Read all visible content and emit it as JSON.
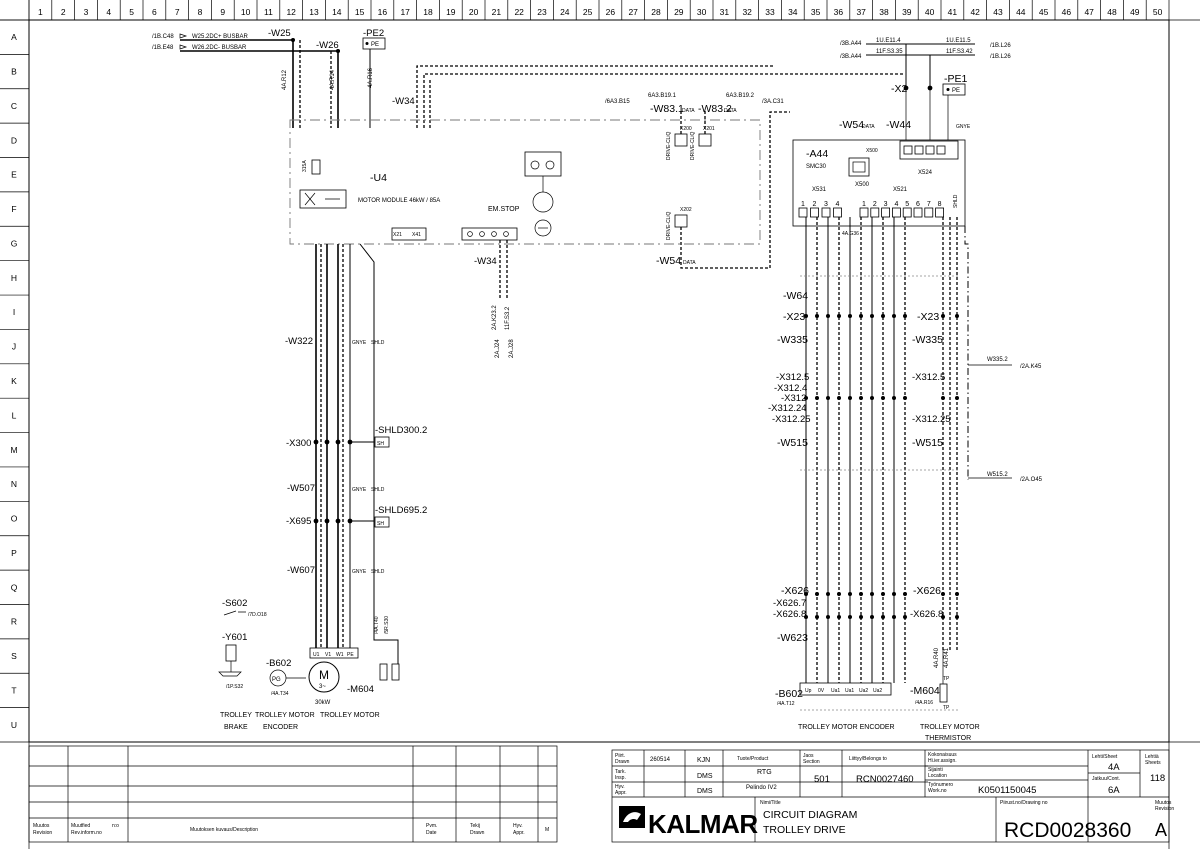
{
  "grid": {
    "columns": [
      "1",
      "2",
      "3",
      "4",
      "5",
      "6",
      "7",
      "8",
      "9",
      "10",
      "11",
      "12",
      "13",
      "14",
      "15",
      "16",
      "17",
      "18",
      "19",
      "20",
      "21",
      "22",
      "23",
      "24",
      "25",
      "26",
      "27",
      "28",
      "29",
      "30",
      "31",
      "32",
      "33",
      "34",
      "35",
      "36",
      "37",
      "38",
      "39",
      "40",
      "41",
      "42",
      "43",
      "44",
      "45",
      "46",
      "47",
      "48",
      "49",
      "50"
    ],
    "rows": [
      "A",
      "B",
      "C",
      "D",
      "E",
      "F",
      "G",
      "H",
      "I",
      "J",
      "K",
      "L",
      "M",
      "N",
      "O",
      "P",
      "Q",
      "R",
      "S",
      "T",
      "U"
    ]
  },
  "left": {
    "ref_c48": "/1B.C48",
    "ref_e48": "/1B.E48",
    "busbar_pos": "W25.2DC+ BUSBAR",
    "busbar_neg": "W26.2DC- BUSBAR",
    "w25": "-W25",
    "w26": "-W26",
    "pe2": "-PE2",
    "pe": "PE",
    "cab_1": "4A.R12",
    "cab_2": "4A.R14",
    "cab_3": "4A.R16",
    "w34": "-W34",
    "u4": "-U4",
    "fuse": "315A",
    "motor_module": "MOTOR MODULE 46kW / 85A",
    "em_stop": "EM.STOP",
    "w34b": "-W34",
    "x21": "X21",
    "x41": "X41",
    "w34_refs": [
      "2A.K23.2",
      "11F.S3.2",
      "2A.J24",
      "2A.J28"
    ],
    "w322": "-W322",
    "x300": "-X300",
    "shld300": "-SHLD300.2",
    "w507": "-W507",
    "x695": "-X695",
    "shld695": "-SHLD695.2",
    "w607": "-W607",
    "sh": "SH",
    "gnye": "GNYE",
    "shld": "SHLD",
    "s602": "-S602",
    "s602_ref": "/7D.O18",
    "y601": "-Y601",
    "y601_ref": "/1P.S32",
    "b602": "-B602",
    "pg": "PG",
    "b602_ref": "/4A.T34",
    "m_letter": "M",
    "m_phase": "3~",
    "m_power": "30kW",
    "m604": "-M604",
    "m604_refs": [
      "/4A.T40",
      "/5R.S30"
    ],
    "terminals": [
      "U1",
      "V1",
      "W1",
      "PE"
    ],
    "caption_brake": [
      "TROLLEY",
      "BRAKE"
    ],
    "caption_enc": [
      "TROLLEY MOTOR",
      "ENCODER"
    ],
    "caption_motor": "TROLLEY MOTOR"
  },
  "middle": {
    "ref_b15": "/6A3.B15",
    "ref_b191": "6A3.B19.1",
    "ref_b192": "6A3.B19.2",
    "ref_c31": "/3A.C31",
    "w831": "-W83.1",
    "w832": "-W83.2",
    "data": "DATA",
    "x200": "X200",
    "x201": "X201",
    "x202": "X202",
    "drive_clq": "DRIVE-CLiQ",
    "w54": "-W54",
    "w54b": "-W54"
  },
  "right": {
    "ref_a44_1": "/3B.A44",
    "ref_a44_2": "/3B.A44",
    "ref_e114": "1U.E11.4",
    "ref_e115": "1U.E11.5",
    "ref_f335": "11F.S3.35",
    "ref_f342": "11F.S3.42",
    "ref_l26_1": "/1B.L26",
    "ref_l26_2": "/1B.L26",
    "x2": "-X2",
    "pe1": "-PE1",
    "pe": "PE",
    "w54": "-W54",
    "w44": "-W44",
    "gnye": "GNYE",
    "a44": "-A44",
    "smc30": "SMC30",
    "x500": "X500",
    "x524": "X524",
    "x531": "X531",
    "x521": "X521",
    "x531_pins": [
      "1",
      "2",
      "3",
      "4"
    ],
    "x521_pins": [
      "1",
      "2",
      "3",
      "4",
      "5",
      "6",
      "7",
      "8"
    ],
    "shld": "SHLD",
    "ref_4ag36": "4A.G36",
    "w64": "-W64",
    "x23": "-X23",
    "w335": "-W335",
    "x3125": "-X312.5",
    "x3124": "-X312.4",
    "x312": "-X312",
    "x31224": "-X312.24",
    "x31225": "-X312.25",
    "w515": "-W515",
    "x626": "-X626",
    "x6267": "-X626.7",
    "x6268": "-X626.8",
    "w623": "-W623",
    "w3352": "W335.2",
    "ref_k45": "/2A.K45",
    "w5152": "W515.2",
    "ref_o45": "/2A.O45",
    "ref_r40": "4A.R40",
    "ref_r41": "4A.R41",
    "b602": "-B602",
    "b602_ref": "/4A.T12",
    "m604": "-M604",
    "m604_ref": "/4A.R16",
    "tp": "TP",
    "enc_pins": [
      "Up",
      "0V",
      "Ua1",
      "Ua1",
      "Ua2",
      "Ua2"
    ],
    "caption_enc": "TROLLEY MOTOR ENCODER",
    "caption_therm": [
      "TROLLEY MOTOR",
      "THERMISTOR"
    ]
  },
  "revision": {
    "col_muutos": [
      "Muutos",
      "Revision"
    ],
    "col_muutfied": [
      "Muutfied",
      "Rev.inform.no"
    ],
    "col_no": "n:o",
    "col_desc": "Muutoksen kuvaus/Description",
    "col_pvm": [
      "Pvm.",
      "Date"
    ],
    "col_tekij": [
      "Tekij",
      "Drawn"
    ],
    "col_hyv": [
      "Hyv.",
      "Appr."
    ],
    "col_m": "M"
  },
  "title": {
    "piirt_label": [
      "Piirt.",
      "Drawn"
    ],
    "piirt_date": "260514",
    "piirt_name": "KJN",
    "tark_label": [
      "Tark.",
      "Insp."
    ],
    "tark_name": "DMS",
    "hyv_label": [
      "Hyv.",
      "Appr."
    ],
    "hyv_name": "DMS",
    "tuote_label": "Tuote/Product",
    "product": "RTG",
    "product_sub": "Pelindo IV2",
    "jaos_label": [
      "Jaos",
      "Section"
    ],
    "section": "501",
    "liittyy_label": "Liittyy/Belongs to",
    "belongs": "RCN0027460",
    "kok_label": [
      "Kokonaisuus",
      "Hi.ier.assign."
    ],
    "sijainti_label": [
      "Sijainti",
      "Location"
    ],
    "tyonumero_label": [
      "Työnumero",
      "Work.no"
    ],
    "work_no": "K0501150045",
    "lehti_label": "Lehti/Sheet",
    "sheet": "4A",
    "lehtia_label": [
      "Lehtiä",
      "Sheets"
    ],
    "sheets": "118",
    "jatkuu_label": "Jatkuu/Cont.",
    "cont": "6A",
    "brand": "KALMAR",
    "nimi_label": "Nimi/Title",
    "title_1": "CIRCUIT DIAGRAM",
    "title_2": "TROLLEY DRIVE",
    "drawno_label": "Piirust.no/Drawing no",
    "drawing_no": "RCD0028360",
    "muutos_label": [
      "Muutos",
      "Revision"
    ],
    "revision": "A"
  },
  "colors": {
    "ink": "#000000",
    "paper": "#ffffff",
    "grid_gray": "#777777"
  }
}
